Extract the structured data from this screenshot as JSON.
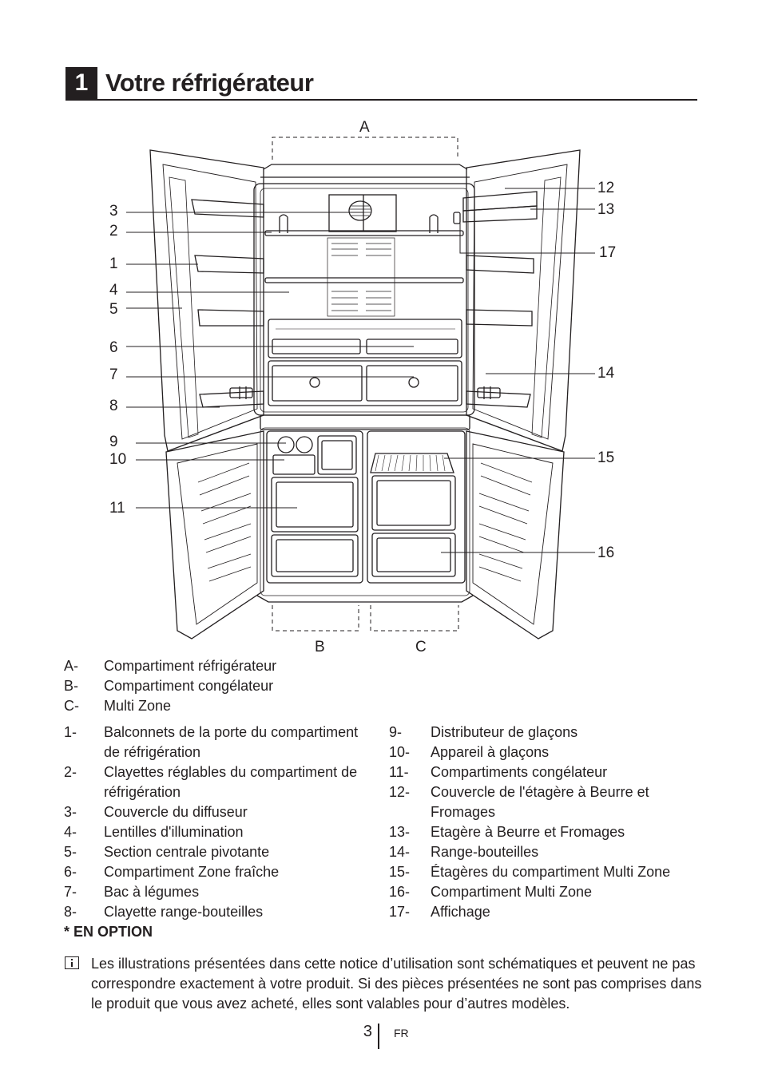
{
  "section": {
    "number": "1",
    "title": "Votre réfrigérateur"
  },
  "diagram": {
    "letters": {
      "A": "A",
      "B": "B",
      "C": "C"
    },
    "callouts": [
      "1",
      "2",
      "3",
      "4",
      "5",
      "6",
      "7",
      "8",
      "9",
      "10",
      "11",
      "12",
      "13",
      "14",
      "15",
      "16",
      "17"
    ]
  },
  "compartments": [
    {
      "key": "A-",
      "label": "Compartiment réfrigérateur"
    },
    {
      "key": "B-",
      "label": "Compartiment congélateur"
    },
    {
      "key": "C-",
      "label": "Multi Zone"
    }
  ],
  "parts_left": [
    {
      "key": "1-",
      "label": "Balconnets de la porte du compartiment de réfrigération"
    },
    {
      "key": "2-",
      "label": "Clayettes réglables du compartiment de réfrigération"
    },
    {
      "key": "3-",
      "label": "Couvercle du diffuseur"
    },
    {
      "key": "4-",
      "label": "Lentilles d'illumination"
    },
    {
      "key": "5-",
      "label": "Section centrale pivotante"
    },
    {
      "key": "6-",
      "label": "Compartiment Zone fraîche"
    },
    {
      "key": "7-",
      "label": "Bac à légumes"
    },
    {
      "key": "8-",
      "label": "Clayette range-bouteilles"
    }
  ],
  "parts_right": [
    {
      "key": "9-",
      "label": "Distributeur de glaçons"
    },
    {
      "key": "10-",
      "label": "Appareil à glaçons"
    },
    {
      "key": "11-",
      "label": "Compartiments congélateur"
    },
    {
      "key": "12-",
      "label": "Couvercle de l'étagère à Beurre et Fromages"
    },
    {
      "key": "13-",
      "label": "Etagère à Beurre et Fromages"
    },
    {
      "key": "14-",
      "label": "Range-bouteilles"
    },
    {
      "key": "15-",
      "label": "Étagères du compartiment Multi Zone"
    },
    {
      "key": "16-",
      "label": "Compartiment Multi Zone"
    },
    {
      "key": "17-",
      "label": "Affichage"
    }
  ],
  "optional_note": "* EN OPTION",
  "info_note": "Les illustrations présentées dans cette notice d’utilisation sont schématiques et peuvent ne pas correspondre exactement à votre produit. Si des pièces présentées ne sont pas comprises dans le produit que vous avez acheté, elles sont valables pour d’autres modèles.",
  "footer": {
    "page": "3",
    "lang": "FR"
  }
}
